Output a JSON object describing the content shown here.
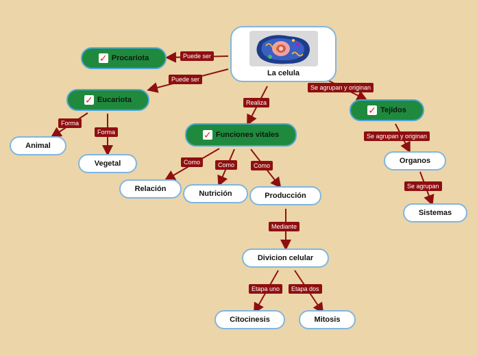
{
  "nodes": {
    "root": "La celula",
    "procariota": "Procariota",
    "eucariota": "Eucariota",
    "tejidos": "Tejidos",
    "funciones": "Funciones vitales",
    "animal": "Animal",
    "vegetal": "Vegetal",
    "relacion": "Relación",
    "nutricion": "Nutrición",
    "produccion": "Producción",
    "organos": "Organos",
    "sistemas": "Sistemas",
    "divicion": "Divicion celular",
    "citocinesis": "Citocinesis",
    "mitosis": "Mitosis"
  },
  "edge_labels": {
    "puede_ser_1": "Puede ser",
    "puede_ser_2": "Puede ser",
    "realiza": "Realiza",
    "se_agrupan_originan_1": "Se agrupan y originan",
    "forma_1": "Forma",
    "forma_2": "Forma",
    "como_1": "Como",
    "como_2": "Como",
    "como_3": "Como",
    "se_agrupan_originan_2": "Se agrupan y originan",
    "se_agrupan": "Se agrupan",
    "mediante": "Mediante",
    "etapa_uno": "Etapa uno",
    "etapa_dos": "Etapa dos"
  },
  "colors": {
    "background": "#ecd5a8",
    "link": "#8e0f10",
    "green_node": "#1f8a3d",
    "node_border": "#7fb6e0"
  },
  "icons": {
    "check": "check-icon"
  }
}
